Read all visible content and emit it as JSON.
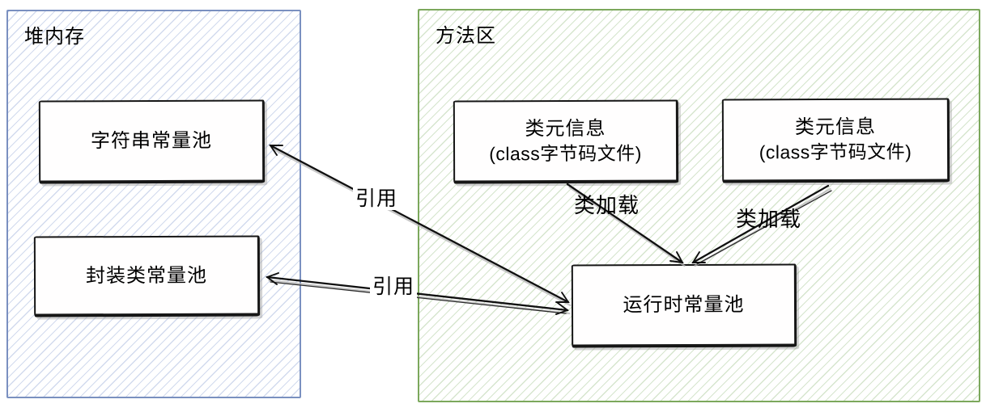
{
  "regions": {
    "heap": {
      "title": "堆内存",
      "border_color": "#7a90c0",
      "hatch_color": "#cdd9f1"
    },
    "method_area": {
      "title": "方法区",
      "border_color": "#7ca85c",
      "hatch_color": "#d8e8cf"
    }
  },
  "nodes": {
    "string_pool": {
      "label": "字符串常量池",
      "region": "heap"
    },
    "wrapper_pool": {
      "label": "封装类常量池",
      "region": "heap"
    },
    "class_meta_left": {
      "label": "类元信息",
      "sublabel": "(class字节码文件)",
      "region": "method_area"
    },
    "class_meta_right": {
      "label": "类元信息",
      "sublabel": "(class字节码文件)",
      "region": "method_area"
    },
    "runtime_pool": {
      "label": "运行时常量池",
      "region": "method_area"
    }
  },
  "edges": {
    "reference_string": {
      "label": "引用",
      "from": "runtime_pool",
      "to": "string_pool"
    },
    "reference_wrapper": {
      "label": "引用",
      "from": "runtime_pool",
      "to": "wrapper_pool"
    },
    "classload_left": {
      "label": "类加载",
      "from": "class_meta_left",
      "to": "runtime_pool"
    },
    "classload_right": {
      "label": "类加载",
      "from": "class_meta_right",
      "to": "runtime_pool"
    }
  },
  "node_style": {
    "fill": "#ffffff",
    "border_color": "#161616",
    "shadow_color": "#a6a6a6",
    "text_color": "#000000"
  }
}
